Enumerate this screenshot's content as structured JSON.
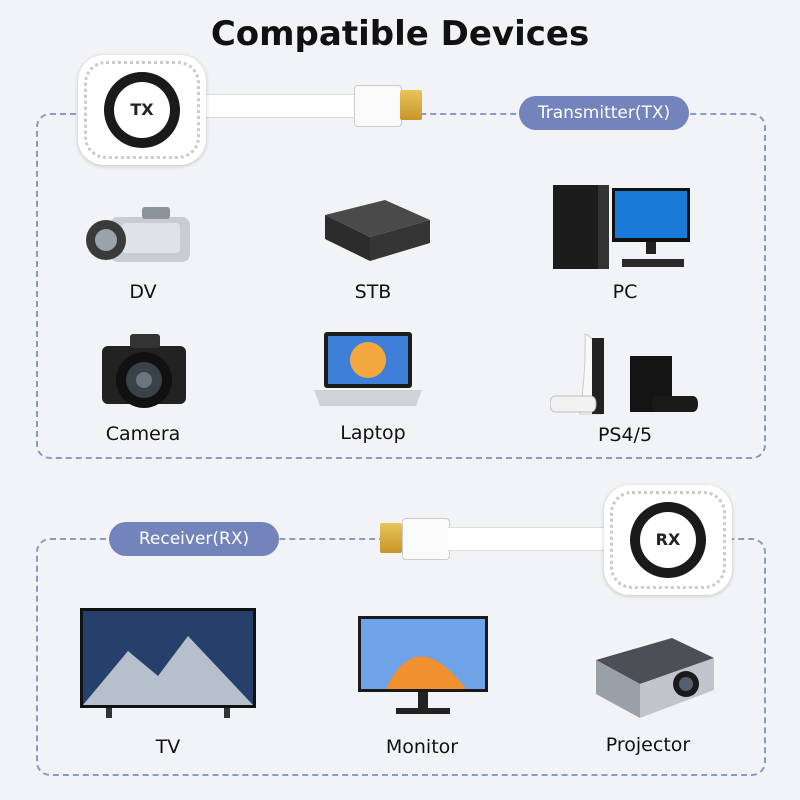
{
  "title": "Compatible Devices",
  "transmitter": {
    "label": "Transmitter(TX)",
    "dongle_text": "TX",
    "devices": [
      {
        "label": "DV",
        "icon": "camcorder-icon"
      },
      {
        "label": "STB",
        "icon": "set-top-box-icon"
      },
      {
        "label": "PC",
        "icon": "desktop-pc-icon"
      },
      {
        "label": "Camera",
        "icon": "camera-icon"
      },
      {
        "label": "Laptop",
        "icon": "laptop-icon"
      },
      {
        "label": "PS4/5",
        "icon": "game-console-icon"
      }
    ]
  },
  "receiver": {
    "label": "Receiver(RX)",
    "dongle_text": "RX",
    "devices": [
      {
        "label": "TV",
        "icon": "tv-icon"
      },
      {
        "label": "Monitor",
        "icon": "monitor-icon"
      },
      {
        "label": "Projector",
        "icon": "projector-icon"
      }
    ]
  },
  "colors": {
    "accent": "#7384bd",
    "border": "#8a9ac8",
    "background": "#f2f3f6"
  }
}
